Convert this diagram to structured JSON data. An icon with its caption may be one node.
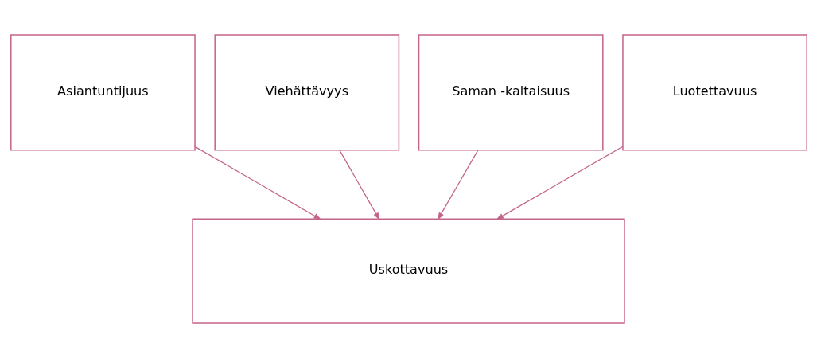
{
  "diagram": {
    "nodes": [
      {
        "text": [
          "Asiantuntijuus"
        ]
      },
      {
        "text": [
          "Viehättävyys"
        ]
      },
      {
        "text": [
          "Saman -kaltaisuus"
        ]
      },
      {
        "text": [
          "Luotettavuus"
        ]
      },
      {
        "text": [
          "Uskottavuus"
        ]
      }
    ],
    "edges": [
      {
        "from": 0,
        "to": 4,
        "arrow": "to"
      },
      {
        "from": 1,
        "to": 4,
        "arrow": "to"
      },
      {
        "from": 2,
        "to": 4,
        "arrow": "to"
      },
      {
        "from": 3,
        "to": 4,
        "arrow": "to"
      }
    ]
  }
}
